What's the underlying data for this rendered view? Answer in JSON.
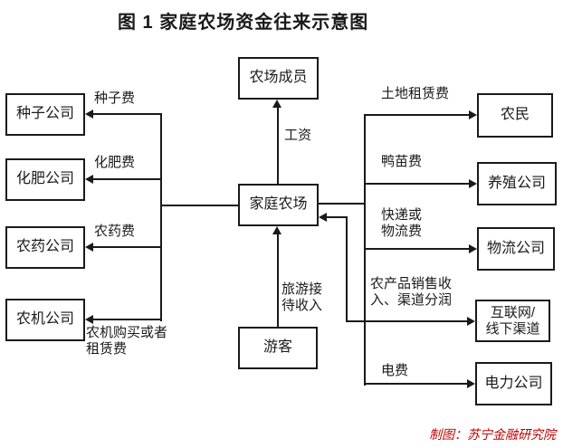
{
  "title": "图 1 家庭农场资金往来示意图",
  "credit": "制图：苏宁金融研究院",
  "colors": {
    "line": "#1a1a1a",
    "text": "#1a1a1a",
    "credit": "#c00000",
    "background": "#ffffff"
  },
  "nodes": {
    "farm": "家庭农场",
    "members": "农场成员",
    "tourists": "游客",
    "seed": "种子公司",
    "fertilizer": "化肥公司",
    "pesticide": "农药公司",
    "machinery": "农机公司",
    "farmers": "农民",
    "breeding": "养殖公司",
    "logistics": "物流公司",
    "channels": "互联网/\n线下渠道",
    "power": "电力公司"
  },
  "edge_labels": {
    "wages": "工资",
    "seed_fee": "种子费",
    "fertilizer_fee": "化肥费",
    "pesticide_fee": "农药费",
    "machinery_fee": "农机购买或者\n租赁费",
    "tourism_income": "旅游接\n待收入",
    "land_rent_fee": "土地租赁费",
    "duckling_fee": "鸭苗费",
    "courier_fee": "快递或\n物流费",
    "sales_income": "农产品销售收\n入、渠道分润",
    "electricity_fee": "电费"
  }
}
